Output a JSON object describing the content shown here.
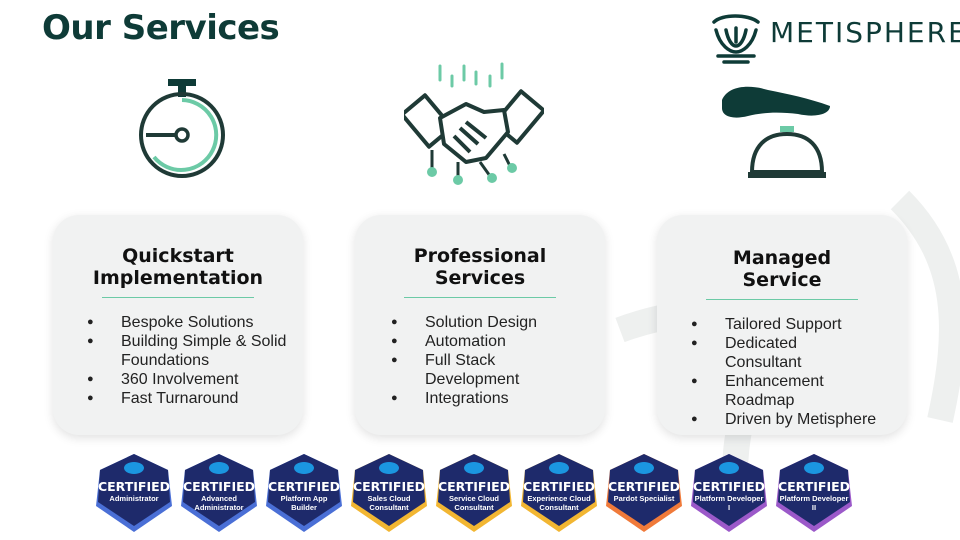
{
  "header": {
    "title": "Our Services"
  },
  "logo": {
    "text": "METISPHERE"
  },
  "colors": {
    "dark_green": "#0e3b37",
    "mint": "#6ccaa6",
    "card_bg": "#f1f2f2",
    "badge_navy": "#1e2a6b"
  },
  "icons": [
    "stopwatch-icon",
    "handshake-icon",
    "service-bell-icon"
  ],
  "cards": [
    {
      "title_line1": "Quickstart",
      "title_line2": "Implementation",
      "items": [
        "Bespoke Solutions",
        "Building Simple & Solid Foundations",
        "360 Involvement",
        "Fast Turnaround"
      ]
    },
    {
      "title_line1": "Professional",
      "title_line2": "Services",
      "items": [
        "Solution Design",
        "Automation",
        "Full Stack Development",
        "Integrations"
      ]
    },
    {
      "title_line1": "Managed",
      "title_line2": "Service",
      "items": [
        "Tailored Support",
        "Dedicated Consultant",
        "Enhancement Roadmap",
        "Driven by Metisphere"
      ]
    }
  ],
  "badges": [
    {
      "cert": "CERTIFIED",
      "name": "Administrator",
      "stripe": "#4a6fd6"
    },
    {
      "cert": "CERTIFIED",
      "name": "Advanced Administrator",
      "stripe": "#4a6fd6"
    },
    {
      "cert": "CERTIFIED",
      "name": "Platform App Builder",
      "stripe": "#4a6fd6"
    },
    {
      "cert": "CERTIFIED",
      "name": "Sales Cloud Consultant",
      "stripe": "#f2b632"
    },
    {
      "cert": "CERTIFIED",
      "name": "Service Cloud Consultant",
      "stripe": "#f2b632"
    },
    {
      "cert": "CERTIFIED",
      "name": "Experience Cloud Consultant",
      "stripe": "#f2b632"
    },
    {
      "cert": "CERTIFIED",
      "name": "Pardot Specialist",
      "stripe": "#f07a3a"
    },
    {
      "cert": "CERTIFIED",
      "name": "Platform Developer I",
      "stripe": "#9b59c9"
    },
    {
      "cert": "CERTIFIED",
      "name": "Platform Developer II",
      "stripe": "#9b59c9"
    }
  ]
}
